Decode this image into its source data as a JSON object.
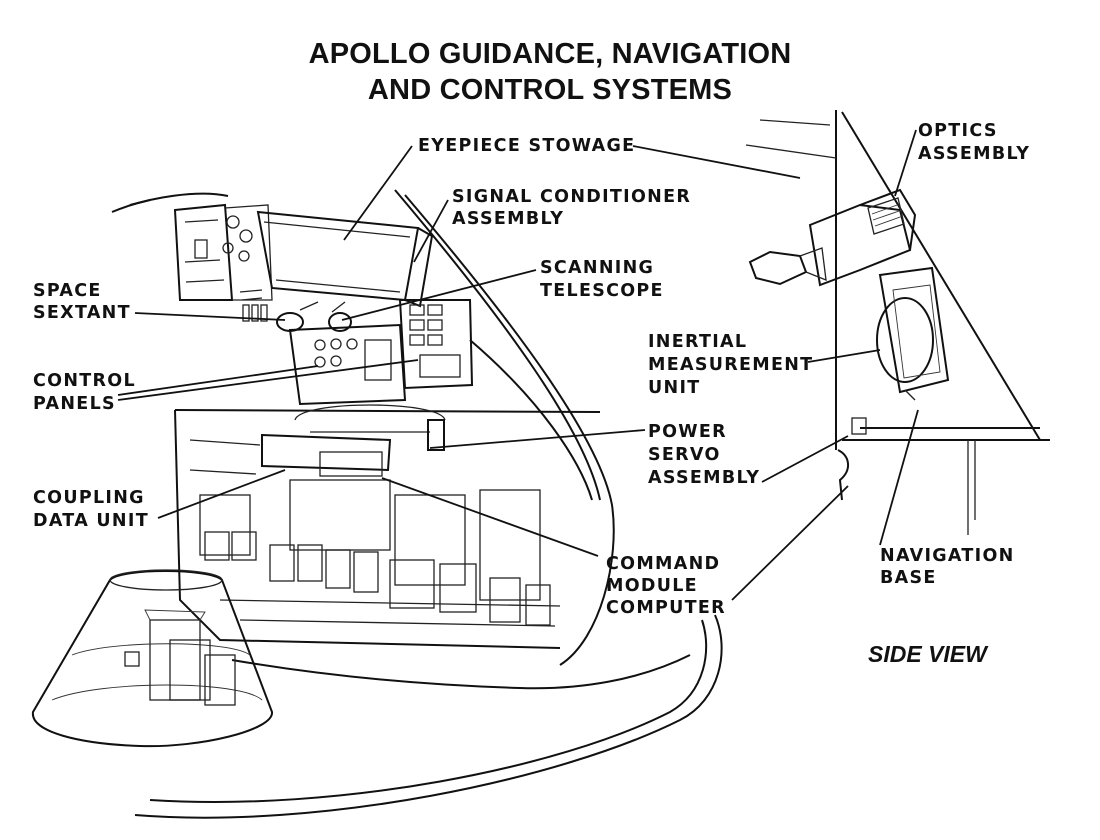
{
  "title": {
    "line1": "APOLLO GUIDANCE, NAVIGATION",
    "line2": "AND CONTROL SYSTEMS"
  },
  "labels": {
    "eyepiece_stowage": "EYEPIECE STOWAGE",
    "signal_conditioner_1": "SIGNAL CONDITIONER",
    "signal_conditioner_2": "ASSEMBLY",
    "scanning_telescope_1": "SCANNING",
    "scanning_telescope_2": "TELESCOPE",
    "space_sextant_1": "SPACE",
    "space_sextant_2": "SEXTANT",
    "control_panels_1": "CONTROL",
    "control_panels_2": "PANELS",
    "coupling_data_unit_1": "COUPLING",
    "coupling_data_unit_2": "DATA UNIT",
    "optics_assembly_1": "OPTICS",
    "optics_assembly_2": "ASSEMBLY",
    "imu_1": "INERTIAL",
    "imu_2": "MEASUREMENT",
    "imu_3": "UNIT",
    "power_servo_1": "POWER",
    "power_servo_2": "SERVO",
    "power_servo_3": "ASSEMBLY",
    "cmc_1": "COMMAND",
    "cmc_2": "MODULE",
    "cmc_3": "COMPUTER",
    "navigation_base_1": "NAVIGATION",
    "navigation_base_2": "BASE"
  },
  "side_view": "SIDE VIEW",
  "colors": {
    "ink": "#111111",
    "paper": "#ffffff"
  }
}
